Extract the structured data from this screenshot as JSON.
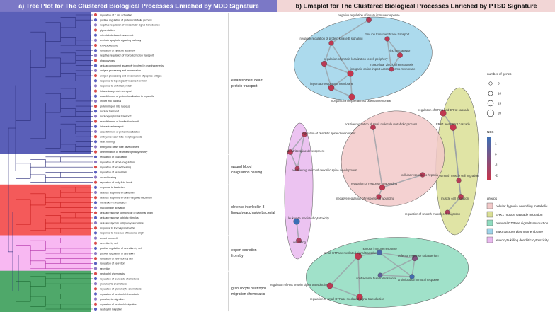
{
  "panel_a": {
    "title": "a) Tree Plot for The Clustered Biological Processes Enriched by MDD Signature",
    "title_bg": "#7b78c6"
  },
  "panel_b": {
    "title": "b) Emaplot for The Clustered Biological Processes Enriched by PTSD Signature",
    "title_bg": "#f2d6d6"
  },
  "chart_data": [
    {
      "type": "tree",
      "title": "a) Tree Plot for The Clustered Biological Processes Enriched by MDD Signature",
      "clusters": [
        {
          "name": "establishment heart protein transport",
          "color": "#5a5fb8",
          "terms": [
            "regulation of T cell activation",
            "positive regulation of protein catabolic process",
            "negative regulation of intracellular signal transduction",
            "pigmentation",
            "microtubule-based movement",
            "extrinsic apoptotic signaling pathway",
            "RNA processing",
            "regulation of synapse assembly",
            "negative regulation of monoatomic ion transport",
            "phagocytosis",
            "cellular component assembly involved in morphogenesis",
            "antigen processing and presentation",
            "antigen processing and presentation of peptide antigen",
            "response to topologically incorrect protein",
            "response to unfolded protein",
            "intracellular protein transport",
            "establishment of protein localization to organelle",
            "import into nucleus",
            "protein import into nucleus",
            "nuclear transport",
            "nucleocytoplasmic transport",
            "establishment of localization in cell",
            "intracellular transport",
            "establishment of protein localization",
            "embryonic heart tube morphogenesis",
            "heart looping",
            "embryonic heart tube development",
            "determination of heart left/right asymmetry"
          ]
        },
        {
          "name": "wound blood coagulation healing",
          "color": "#ffffff",
          "terms": [
            "regulation of coagulation",
            "regulation of blood coagulation",
            "regulation of wound healing",
            "regulation of hemostasis",
            "wound healing",
            "regulation of body fluid levels"
          ]
        },
        {
          "name": "defense interleukin-8 lipopolysaccharide bacterial",
          "color": "#f45a5a",
          "terms": [
            "response to bacterium",
            "defense response to bacterium",
            "defense response to Gram-negative bacterium",
            "interleukin-8 production",
            "macrophage activation",
            "cellular response to molecule of bacterial origin",
            "cellular response to biotic stimulus",
            "cellular response to lipopolysaccharide",
            "response to lipopolysaccharide",
            "response to molecule of bacterial origin"
          ]
        },
        {
          "name": "export secretion from by",
          "color": "#f8b8f2",
          "terms": [
            "export from cell",
            "secretion by cell",
            "positive regulation of secretion by cell",
            "positive regulation of secretion",
            "regulation of secretion by cell",
            "regulation of secretion",
            "secretion"
          ]
        },
        {
          "name": "granulocyte neutrophil migration chemotaxis",
          "color": "#4fa86a",
          "terms": [
            "neutrophil chemotaxis",
            "regulation of leukocyte chemotaxis",
            "granulocyte chemotaxis",
            "regulation of granulocyte chemotaxis",
            "regulation of neutrophil chemotaxis",
            "granulocyte migration",
            "regulation of neutrophil migration",
            "neutrophil migration"
          ]
        }
      ]
    },
    {
      "type": "network",
      "title": "b) Emaplot for The Clustered Biological Processes Enriched by PTSD Signature",
      "size_legend": {
        "title": "number of genes",
        "values": [
          5,
          10,
          15,
          20
        ]
      },
      "color_legend": {
        "title": "NES",
        "ticks": [
          1,
          0,
          -1,
          -2
        ],
        "high": "#3a6fb5",
        "low": "#c8344a"
      },
      "groups_title": "groups",
      "groups": [
        {
          "name": "cellular hypoxia wounding metabolic",
          "color": "#f2c9c9"
        },
        {
          "name": "ERK1 muscle cascade migration",
          "color": "#dadf95"
        },
        {
          "name": "humoral GTPase signal transduction",
          "color": "#8fdcc0"
        },
        {
          "name": "import across plasma membrane",
          "color": "#9ed4ea"
        },
        {
          "name": "leukocyte killing dendritic cytotoxicity",
          "color": "#e9b9ef"
        }
      ],
      "nodes": [
        {
          "label": "negative regulation of innate immune response",
          "group": 3,
          "genes": 9,
          "nes": -1.6
        },
        {
          "label": "negative regulation of protein kinase B signaling",
          "group": 3,
          "genes": 8,
          "nes": -1.8
        },
        {
          "label": "regulation of protein localization to cell periphery",
          "group": 3,
          "genes": 10,
          "nes": -1.7
        },
        {
          "label": "inorganic cation import across plasma membrane",
          "group": 3,
          "genes": 12,
          "nes": -1.9
        },
        {
          "label": "import across plasma membrane",
          "group": 3,
          "genes": 11,
          "nes": -1.8
        },
        {
          "label": "inorganic ion import across plasma membrane",
          "group": 3,
          "genes": 12,
          "nes": -1.9
        },
        {
          "label": "zinc ion transmembrane transport",
          "group": 3,
          "genes": 8,
          "nes": -1.7
        },
        {
          "label": "zinc ion transport",
          "group": 3,
          "genes": 9,
          "nes": -1.8
        },
        {
          "label": "intracellular zinc ion homeostasis",
          "group": 3,
          "genes": 7,
          "nes": -1.6
        },
        {
          "label": "regulation of ERK1 and ERK2 cascade",
          "group": 1,
          "genes": 12,
          "nes": -1.8
        },
        {
          "label": "ERK1 and ERK2 cascade",
          "group": 1,
          "genes": 13,
          "nes": -1.9
        },
        {
          "label": "smooth muscle cell migration",
          "group": 1,
          "genes": 8,
          "nes": -1.6
        },
        {
          "label": "muscle cell migration",
          "group": 1,
          "genes": 9,
          "nes": -1.7
        },
        {
          "label": "regulation of smooth muscle cell migration",
          "group": 1,
          "genes": 7,
          "nes": -1.5
        },
        {
          "label": "positive regulation of small molecule metabolic process",
          "group": 0,
          "genes": 9,
          "nes": -1.7
        },
        {
          "label": "cellular response to hypoxia",
          "group": 0,
          "genes": 8,
          "nes": -1.6
        },
        {
          "label": "regulation of response to wounding",
          "group": 0,
          "genes": 10,
          "nes": -1.8
        },
        {
          "label": "negative regulation of response to wounding",
          "group": 0,
          "genes": 8,
          "nes": -1.7
        },
        {
          "label": "regulation of dendritic spine development",
          "group": 4,
          "genes": 8,
          "nes": -1.6
        },
        {
          "label": "dendritic spine development",
          "group": 4,
          "genes": 9,
          "nes": -1.7
        },
        {
          "label": "positive regulation of dendritic spine development",
          "group": 4,
          "genes": 7,
          "nes": -1.5
        },
        {
          "label": "leukocyte mediated cytotoxicity",
          "group": 4,
          "genes": 12,
          "nes": 1.0
        },
        {
          "label": "cell killing",
          "group": 4,
          "genes": 9,
          "nes": -1.4
        },
        {
          "label": "small GTPase mediated signal transduction",
          "group": 2,
          "genes": 14,
          "nes": -1.8
        },
        {
          "label": "humoral immune response",
          "group": 2,
          "genes": 9,
          "nes": 0.6
        },
        {
          "label": "defense response to bacterium",
          "group": 2,
          "genes": 10,
          "nes": -0.5
        },
        {
          "label": "antibacterial humoral response",
          "group": 2,
          "genes": 7,
          "nes": 0.2
        },
        {
          "label": "antimicrobial humoral response",
          "group": 2,
          "genes": 8,
          "nes": 0.8
        },
        {
          "label": "regulation of Ras protein signal transduction",
          "group": 2,
          "genes": 11,
          "nes": -1.7
        },
        {
          "label": "regulation of small GTPase mediated signal transduction",
          "group": 2,
          "genes": 12,
          "nes": -1.9
        }
      ]
    }
  ]
}
